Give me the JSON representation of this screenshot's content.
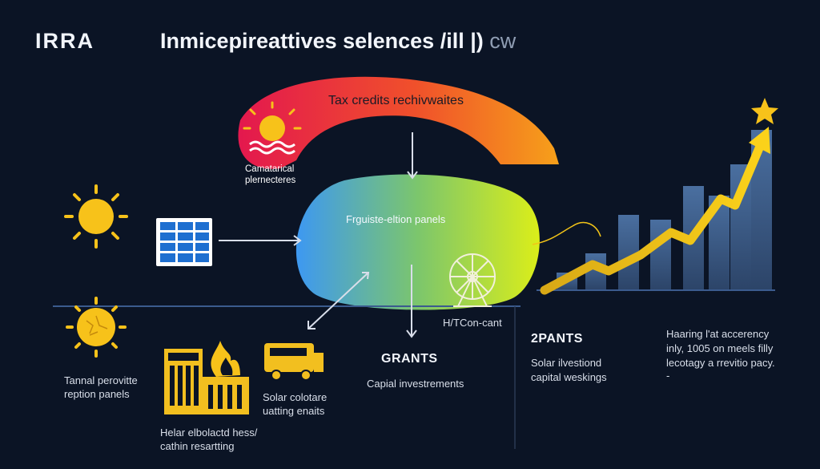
{
  "header": {
    "brand": "IRRA",
    "title": "Inmicepireattives selences /ill |)",
    "title_tail": "cw"
  },
  "arc_label": "Tax credits rechivwaites",
  "sun_badge": {
    "line1": "Camatarical",
    "line2": "plernecteres"
  },
  "center_label": "Frguiste-eltion panels",
  "ferris_label": "H/TCon-cant",
  "left_caption": {
    "line1": "Tannal perovitte",
    "line2": "reption panels"
  },
  "factory_caption": {
    "line1": "Helar elbolactd hess/",
    "line2": "cathin resartting"
  },
  "truck_caption": {
    "line1": "Solar colotare",
    "line2": "uatting enaits"
  },
  "grants": {
    "heading": "GRANTS",
    "sub": "Capial investrements"
  },
  "col2": {
    "heading": "2PANTS",
    "line1": "Solar ilvestiond",
    "line2": "capital weskings"
  },
  "col3": {
    "line1": "Haaring l'at accerency",
    "line2": "inly, 1005 on meels filly",
    "line3": "lecotagy a rrevitio pacy.",
    "line4": "-"
  },
  "colors": {
    "background": "#0b1425",
    "sun": "#f6c21c",
    "arc_start": "#e8214f",
    "arc_end": "#f7a21b",
    "blob_start": "#3f9cf0",
    "blob_end": "#d4ea1d",
    "bars": "#3e5f8c",
    "trend": "#f2c318"
  },
  "icons": [
    "sun-icon",
    "solar-panel-icon",
    "sun-wave-icon",
    "ferris-wheel-icon",
    "factory-icon",
    "flame-icon",
    "truck-icon",
    "star-icon",
    "trend-arrow-icon"
  ]
}
